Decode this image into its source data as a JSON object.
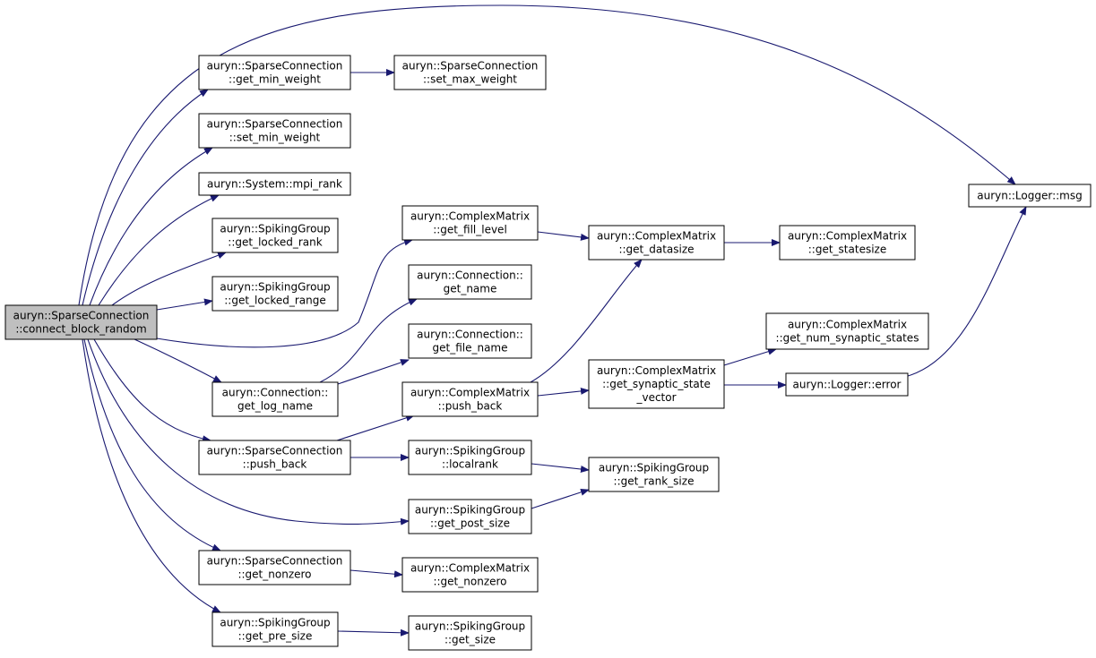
{
  "colors": {
    "edge": "#191970",
    "node_border": "#000000",
    "node_fill": "#ffffff",
    "root_fill": "#bfbfbf"
  },
  "nodes": [
    {
      "id": "connect_block_random",
      "lines": [
        "auryn::SparseConnection",
        "::connect_block_random"
      ],
      "root": true
    },
    {
      "id": "sc_get_min_weight",
      "lines": [
        "auryn::SparseConnection",
        "::get_min_weight"
      ]
    },
    {
      "id": "sc_set_max_weight",
      "lines": [
        "auryn::SparseConnection",
        "::set_max_weight"
      ]
    },
    {
      "id": "sc_set_min_weight",
      "lines": [
        "auryn::SparseConnection",
        "::set_min_weight"
      ]
    },
    {
      "id": "sys_mpi_rank",
      "lines": [
        "auryn::System::mpi_rank"
      ]
    },
    {
      "id": "sg_get_locked_rank",
      "lines": [
        "auryn::SpikingGroup",
        "::get_locked_rank"
      ]
    },
    {
      "id": "sg_get_locked_range",
      "lines": [
        "auryn::SpikingGroup",
        "::get_locked_range"
      ]
    },
    {
      "id": "cm_get_fill_level",
      "lines": [
        "auryn::ComplexMatrix",
        "::get_fill_level"
      ]
    },
    {
      "id": "cm_get_datasize",
      "lines": [
        "auryn::ComplexMatrix",
        "::get_datasize"
      ]
    },
    {
      "id": "cm_get_statesize",
      "lines": [
        "auryn::ComplexMatrix",
        "::get_statesize"
      ]
    },
    {
      "id": "conn_get_name",
      "lines": [
        "auryn::Connection::",
        "get_name"
      ]
    },
    {
      "id": "conn_get_file_name",
      "lines": [
        "auryn::Connection::",
        "get_file_name"
      ]
    },
    {
      "id": "conn_get_log_name",
      "lines": [
        "auryn::Connection::",
        "get_log_name"
      ]
    },
    {
      "id": "cm_push_back",
      "lines": [
        "auryn::ComplexMatrix",
        "::push_back"
      ]
    },
    {
      "id": "cm_get_synaptic_state_vector",
      "lines": [
        "auryn::ComplexMatrix",
        "::get_synaptic_state",
        "_vector"
      ]
    },
    {
      "id": "cm_get_num_synaptic_states",
      "lines": [
        "auryn::ComplexMatrix",
        "::get_num_synaptic_states"
      ]
    },
    {
      "id": "logger_error",
      "lines": [
        "auryn::Logger::error"
      ]
    },
    {
      "id": "logger_msg",
      "lines": [
        "auryn::Logger::msg"
      ]
    },
    {
      "id": "sc_push_back",
      "lines": [
        "auryn::SparseConnection",
        "::push_back"
      ]
    },
    {
      "id": "sg_localrank",
      "lines": [
        "auryn::SpikingGroup",
        "::localrank"
      ]
    },
    {
      "id": "sg_get_rank_size",
      "lines": [
        "auryn::SpikingGroup",
        "::get_rank_size"
      ]
    },
    {
      "id": "sg_get_post_size",
      "lines": [
        "auryn::SpikingGroup",
        "::get_post_size"
      ]
    },
    {
      "id": "sc_get_nonzero",
      "lines": [
        "auryn::SparseConnection",
        "::get_nonzero"
      ]
    },
    {
      "id": "cm_get_nonzero",
      "lines": [
        "auryn::ComplexMatrix",
        "::get_nonzero"
      ]
    },
    {
      "id": "sg_get_pre_size",
      "lines": [
        "auryn::SpikingGroup",
        "::get_pre_size"
      ]
    },
    {
      "id": "sg_get_size",
      "lines": [
        "auryn::SpikingGroup",
        "::get_size"
      ]
    }
  ],
  "edges": [
    {
      "from": "connect_block_random",
      "to": "sc_get_min_weight"
    },
    {
      "from": "sc_get_min_weight",
      "to": "sc_set_max_weight"
    },
    {
      "from": "connect_block_random",
      "to": "sc_set_min_weight"
    },
    {
      "from": "connect_block_random",
      "to": "sys_mpi_rank"
    },
    {
      "from": "connect_block_random",
      "to": "sg_get_locked_rank"
    },
    {
      "from": "connect_block_random",
      "to": "sg_get_locked_range"
    },
    {
      "from": "connect_block_random",
      "to": "cm_get_fill_level"
    },
    {
      "from": "cm_get_fill_level",
      "to": "cm_get_datasize"
    },
    {
      "from": "cm_get_datasize",
      "to": "cm_get_statesize"
    },
    {
      "from": "connect_block_random",
      "to": "conn_get_log_name"
    },
    {
      "from": "conn_get_log_name",
      "to": "conn_get_name"
    },
    {
      "from": "conn_get_log_name",
      "to": "conn_get_file_name"
    },
    {
      "from": "connect_block_random",
      "to": "sc_push_back"
    },
    {
      "from": "sc_push_back",
      "to": "cm_push_back"
    },
    {
      "from": "cm_push_back",
      "to": "cm_get_datasize"
    },
    {
      "from": "cm_push_back",
      "to": "cm_get_synaptic_state_vector"
    },
    {
      "from": "cm_get_synaptic_state_vector",
      "to": "cm_get_num_synaptic_states"
    },
    {
      "from": "cm_get_synaptic_state_vector",
      "to": "logger_error"
    },
    {
      "from": "logger_error",
      "to": "logger_msg"
    },
    {
      "from": "sc_push_back",
      "to": "sg_localrank"
    },
    {
      "from": "sg_localrank",
      "to": "sg_get_rank_size"
    },
    {
      "from": "connect_block_random",
      "to": "sg_get_post_size"
    },
    {
      "from": "sg_get_post_size",
      "to": "sg_get_rank_size"
    },
    {
      "from": "connect_block_random",
      "to": "sc_get_nonzero"
    },
    {
      "from": "sc_get_nonzero",
      "to": "cm_get_nonzero"
    },
    {
      "from": "connect_block_random",
      "to": "sg_get_pre_size"
    },
    {
      "from": "sg_get_pre_size",
      "to": "sg_get_size"
    },
    {
      "from": "connect_block_random",
      "to": "logger_msg"
    }
  ]
}
